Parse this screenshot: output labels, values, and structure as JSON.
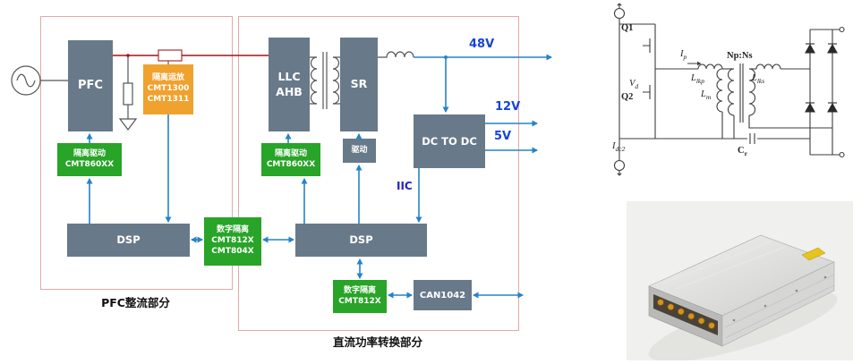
{
  "colors": {
    "block_gray": "#68798a",
    "block_green": "#28a428",
    "block_orange": "#f0a22e",
    "arrow_blue": "#2583c6",
    "voltage_label_blue": "#1544d8",
    "iic_blue": "#2222cc",
    "bus_red": "#a31515",
    "frame_pink": "#e2a9a9"
  },
  "pfc_section": {
    "caption": "PFC整流部分",
    "pfc_label": "PFC",
    "iso_opamp": {
      "title": "隔离运放",
      "line1": "CMT1300",
      "line2": "CMT1311"
    },
    "iso_driver": {
      "title": "隔离驱动",
      "line1": "CMT860XX"
    },
    "dsp_label": "DSP"
  },
  "interlink": {
    "digital_iso": {
      "title": "数字隔离",
      "line1": "CMT812X",
      "line2": "CMT804X"
    }
  },
  "dc_section": {
    "caption": "直流功率转换部分",
    "llc": {
      "line1": "LLC",
      "line2": "AHB"
    },
    "sr_label": "SR",
    "drive_label": "驱动",
    "iso_driver": {
      "title": "隔离驱动",
      "line1": "CMT860XX"
    },
    "dcdc_label": "DC TO DC",
    "dsp_label": "DSP",
    "digital_iso": {
      "title": "数字隔离",
      "line1": "CMT812X"
    },
    "can_label": "CAN1042",
    "v48_label": "48V",
    "v12_label": "12V",
    "v5_label": "5V",
    "iic_label": "IIC"
  },
  "schematic": {
    "q1": "Q1",
    "q2": "Q2",
    "np_ns": "Np:Ns",
    "vd": {
      "base": "V",
      "sub": "d"
    },
    "ip": {
      "base": "I",
      "sub": "p"
    },
    "llkp": {
      "base": "L",
      "sub": "lkp"
    },
    "llks": {
      "base": "L",
      "sub": "lks"
    },
    "lm": {
      "base": "L",
      "sub": "m"
    },
    "idc2": {
      "base": "I",
      "sub": "dc2"
    },
    "cr": {
      "base": "C",
      "sub": "r"
    }
  }
}
